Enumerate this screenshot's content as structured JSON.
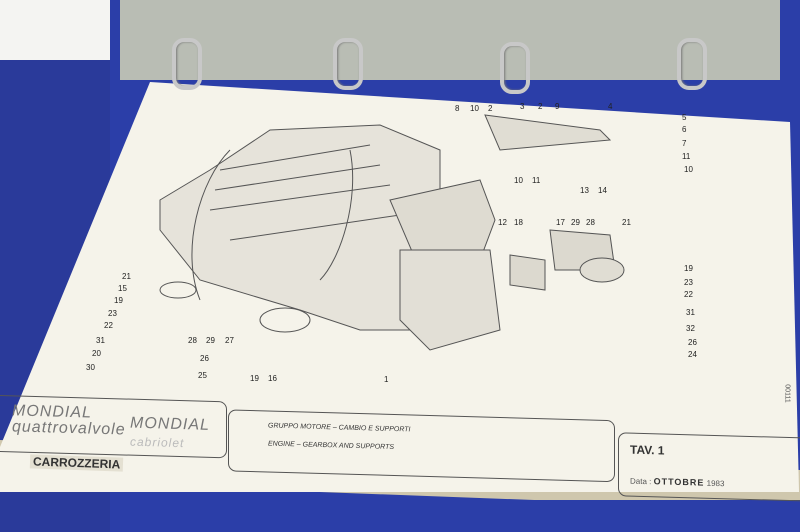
{
  "header_block": {
    "logo_left_line1": "MONDIAL",
    "logo_left_line2": "quattrovalvole",
    "logo_right_line1": "MONDIAL",
    "logo_right_line2": "cabriolet",
    "description_it": "GRUPPO MOTORE – CAMBIO E SUPPORTI",
    "description_en": "ENGINE – GEARBOX AND SUPPORTS",
    "table_label": "TAV. 1",
    "date_label": "Data",
    "date_value": "OTTOBRE",
    "date_year": "1983",
    "doc_number": "00111"
  },
  "under_page_heading": "CARROZZERIA",
  "callouts": {
    "top_right": [
      "8",
      "10",
      "2",
      "3",
      "2",
      "9",
      "4",
      "5",
      "6",
      "7",
      "11",
      "10",
      "10",
      "11",
      "13",
      "14"
    ],
    "middle_right": [
      "12",
      "18",
      "17",
      "29",
      "28",
      "21",
      "19",
      "23",
      "22",
      "31",
      "32",
      "26",
      "24"
    ],
    "left": [
      "21",
      "15",
      "19",
      "23",
      "22",
      "31",
      "20",
      "30",
      "28",
      "29",
      "27",
      "26",
      "25",
      "19",
      "16",
      "1"
    ]
  }
}
